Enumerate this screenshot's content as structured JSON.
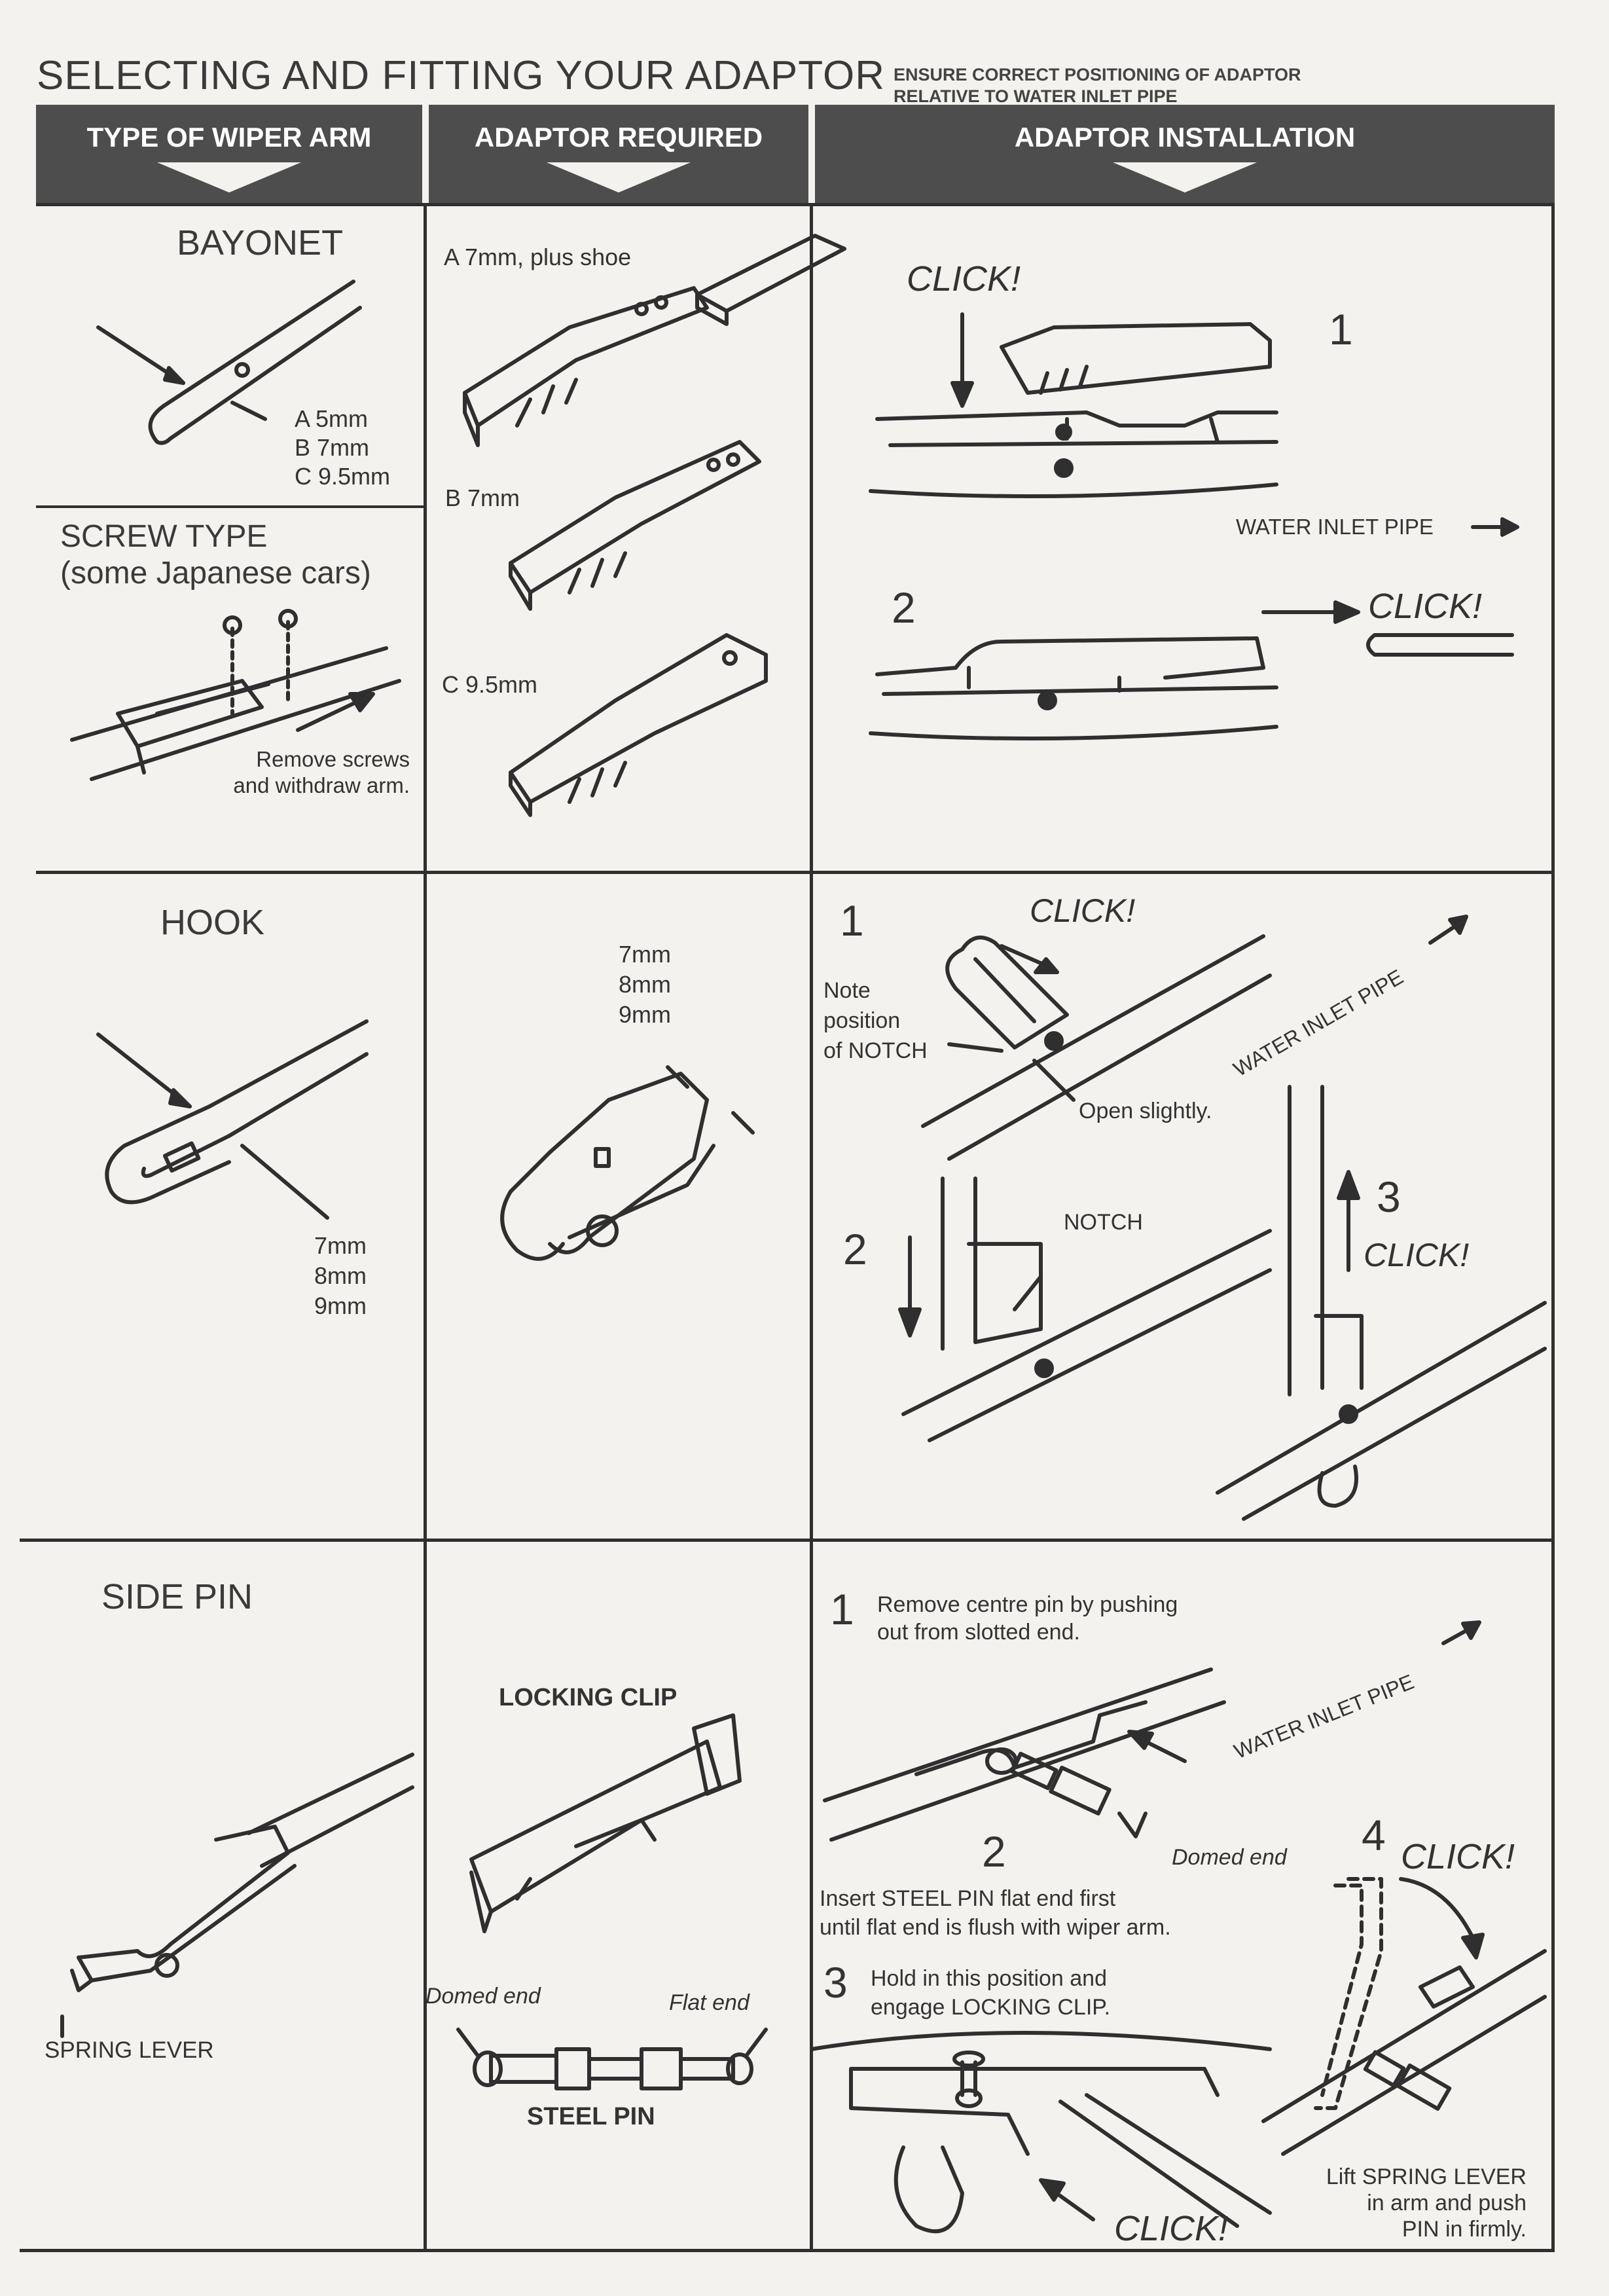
{
  "header": {
    "title": "SELECTING AND FITTING YOUR ADAPTOR",
    "note_line1": "ENSURE CORRECT POSITIONING OF ADAPTOR",
    "note_line2": "RELATIVE TO WATER INLET PIPE",
    "columns": [
      "TYPE OF WIPER ARM",
      "ADAPTOR REQUIRED",
      "ADAPTOR INSTALLATION"
    ]
  },
  "bayonet": {
    "title": "BAYONET",
    "sizes": [
      "A 5mm",
      "B 7mm",
      "C 9.5mm"
    ],
    "adaptor_a": "A 7mm, plus shoe",
    "adaptor_b": "B 7mm",
    "adaptor_c": "C 9.5mm",
    "install": {
      "click1": "CLICK!",
      "step1": "1",
      "water_inlet": "WATER INLET PIPE",
      "step2": "2",
      "click2": "CLICK!"
    }
  },
  "screw": {
    "title": "SCREW TYPE",
    "subtitle": "(some Japanese cars)",
    "instruction_line1": "Remove screws",
    "instruction_line2": "and withdraw arm."
  },
  "hook": {
    "title": "HOOK",
    "sizes": [
      "7mm",
      "8mm",
      "9mm"
    ],
    "adaptor_sizes": [
      "7mm",
      "8mm",
      "9mm"
    ],
    "install": {
      "step1": "1",
      "click1": "CLICK!",
      "note_line1": "Note",
      "note_line2": "position",
      "note_line3": "of NOTCH",
      "open_slightly": "Open slightly.",
      "water_inlet": "WATER INLET PIPE",
      "notch": "NOTCH",
      "step2": "2",
      "step3": "3",
      "click3": "CLICK!"
    }
  },
  "side_pin": {
    "title": "SIDE PIN",
    "spring_lever": "SPRING LEVER",
    "locking_clip": "LOCKING CLIP",
    "domed_end": "Domed end",
    "flat_end": "Flat end",
    "steel_pin": "STEEL PIN",
    "install": {
      "step1": "1",
      "step1_line1": "Remove centre pin by pushing",
      "step1_line2": "out from slotted end.",
      "water_inlet": "WATER INLET PIPE",
      "step2": "2",
      "domed_end": "Domed end",
      "step2_line1": "Insert STEEL PIN flat end first",
      "step2_line2": "until flat end is flush with wiper arm.",
      "step3": "3",
      "step3_line1": "Hold in this position and",
      "step3_line2": "engage LOCKING CLIP.",
      "step4": "4",
      "click4": "CLICK!",
      "lift_line1": "Lift SPRING LEVER",
      "lift_line2": "in arm and push",
      "lift_line3": "PIN in firmly.",
      "click3": "CLICK!"
    }
  }
}
